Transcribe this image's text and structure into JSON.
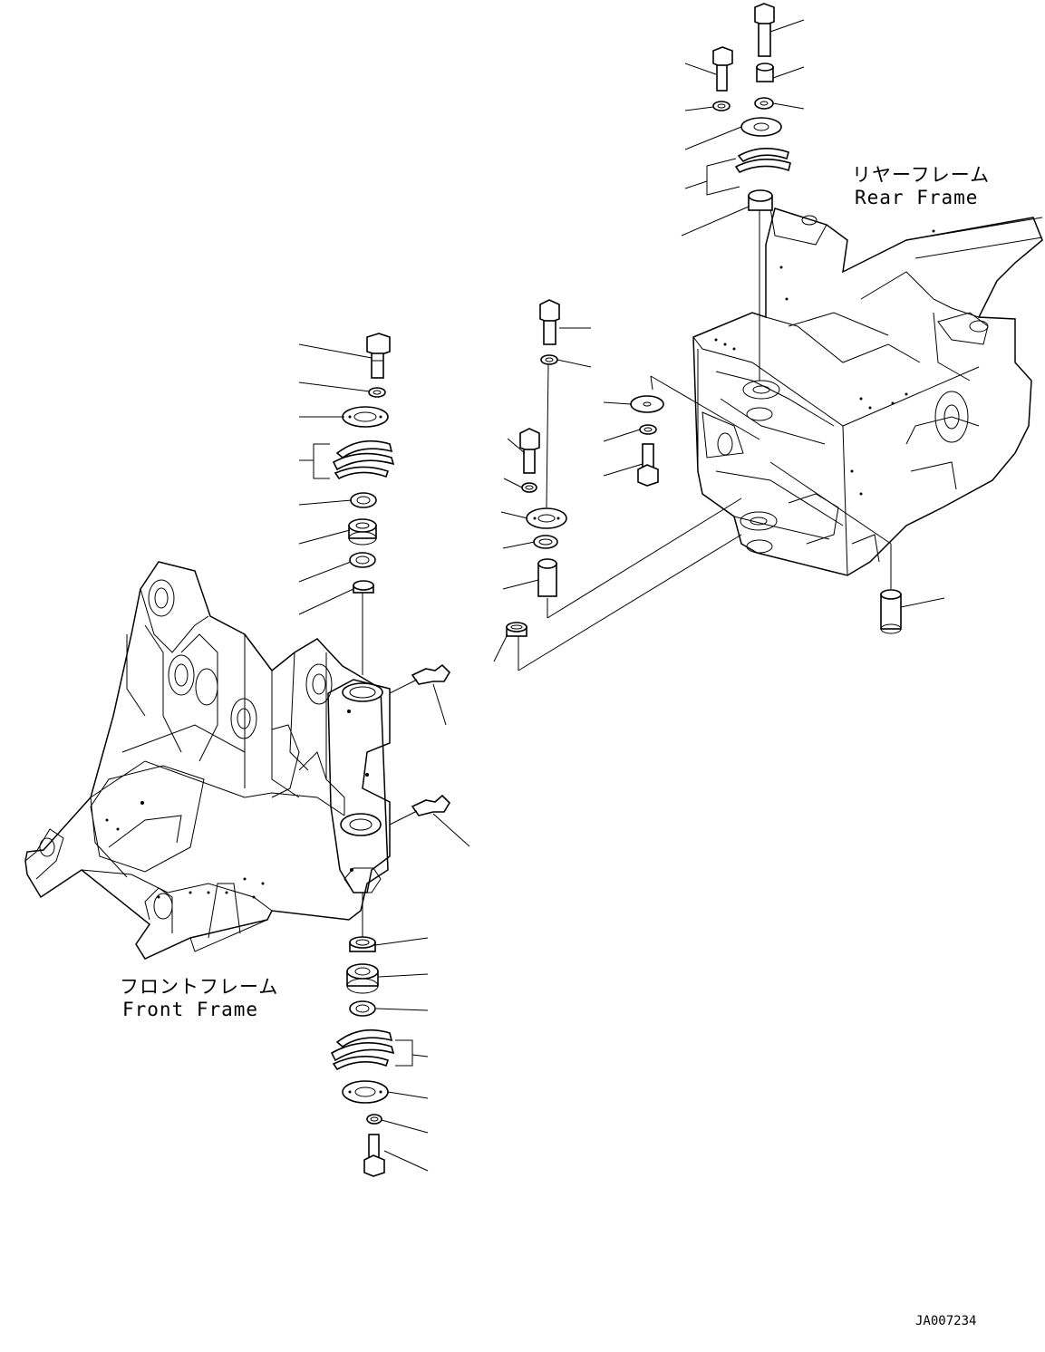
{
  "labels": {
    "front_frame_jp": "フロントフレーム",
    "front_frame_en": "Front Frame",
    "rear_frame_jp": "リヤーフレーム",
    "rear_frame_en": "Rear Frame",
    "drawing_id": "JA007234"
  }
}
